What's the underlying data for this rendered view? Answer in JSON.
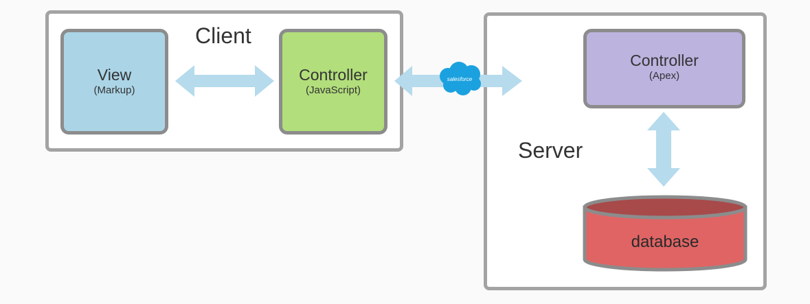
{
  "client": {
    "title": "Client"
  },
  "server": {
    "title": "Server"
  },
  "view_box": {
    "title": "View",
    "subtitle": "(Markup)"
  },
  "client_controller": {
    "title": "Controller",
    "subtitle": "(JavaScript)"
  },
  "server_controller": {
    "title": "Controller",
    "subtitle": "(Apex)"
  },
  "database": {
    "label": "database"
  },
  "logo": {
    "text": "salesforce"
  },
  "colors": {
    "view_fill": "#abd5e7",
    "client_controller_fill": "#b2de7b",
    "server_controller_fill": "#bdb3df",
    "database_fill": "#e06464",
    "database_top": "#a84a4a",
    "arrow": "#b5dbec",
    "frame_border": "#a3a3a3",
    "box_border": "#8c8c8c",
    "logo_blue": "#1ba1df"
  }
}
